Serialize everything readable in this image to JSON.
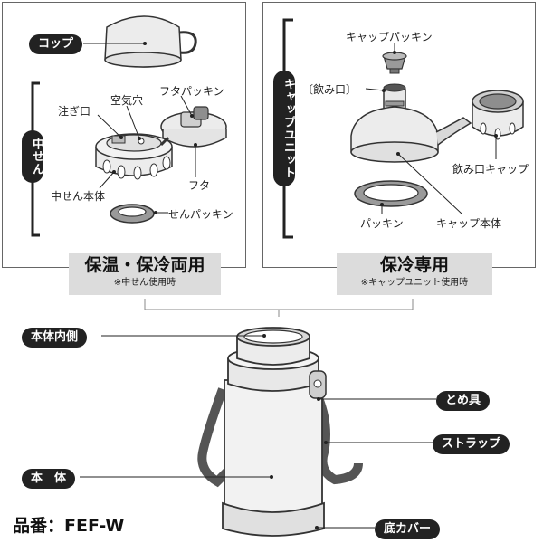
{
  "left_panel": {
    "vertical_label": "中せん",
    "labels": {
      "cup": "コップ",
      "spout": "注ぎ口",
      "air_hole": "空気穴",
      "lid_packing": "フタパッキン",
      "lid": "フタ",
      "stopper_body": "中せん本体",
      "stopper_packing": "せんパッキン"
    }
  },
  "right_panel": {
    "vertical_label": "キャップユニット",
    "labels": {
      "cap_packing": "キャップパッキン",
      "mouthpiece": "〔飲み口〕",
      "mouth_cap": "飲み口キャップ",
      "packing": "パッキン",
      "cap_body": "キャップ本体"
    }
  },
  "modes": {
    "hot_cold": {
      "title": "保温・保冷両用",
      "note": "※中せん使用時"
    },
    "cold_only": {
      "title": "保冷専用",
      "note": "※キャップユニット使用時"
    }
  },
  "bottle": {
    "labels": {
      "inner": "本体内側",
      "clasp": "とめ具",
      "strap": "ストラップ",
      "body": "本　体",
      "bottom_cover": "底カバー"
    }
  },
  "model": "品番：FEF-W",
  "colors": {
    "pill": "#222222",
    "mode_bg": "#dcdcdc",
    "line": "#222222",
    "part_fill": "#ececec",
    "part_stroke": "#333333"
  }
}
